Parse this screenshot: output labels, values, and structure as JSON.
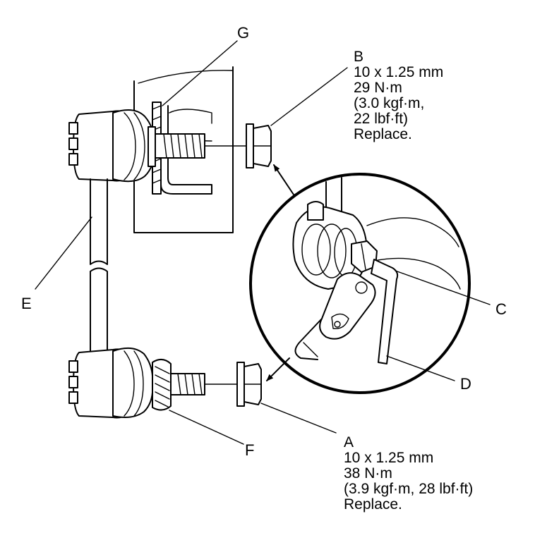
{
  "callouts": {
    "A": {
      "letter": "A",
      "size": "10 x 1.25 mm",
      "torque": "38 N·m",
      "torque_alt": "(3.9 kgf·m, 28 lbf·ft)",
      "note": "Replace."
    },
    "B": {
      "letter": "B",
      "size": "10 x 1.25 mm",
      "torque": "29 N·m",
      "torque_alt_1": "(3.0 kgf·m,",
      "torque_alt_2": "22 lbf·ft)",
      "note": "Replace."
    },
    "C": {
      "letter": "C"
    },
    "D": {
      "letter": "D"
    },
    "E": {
      "letter": "E"
    },
    "F": {
      "letter": "F"
    },
    "G": {
      "letter": "G"
    }
  }
}
